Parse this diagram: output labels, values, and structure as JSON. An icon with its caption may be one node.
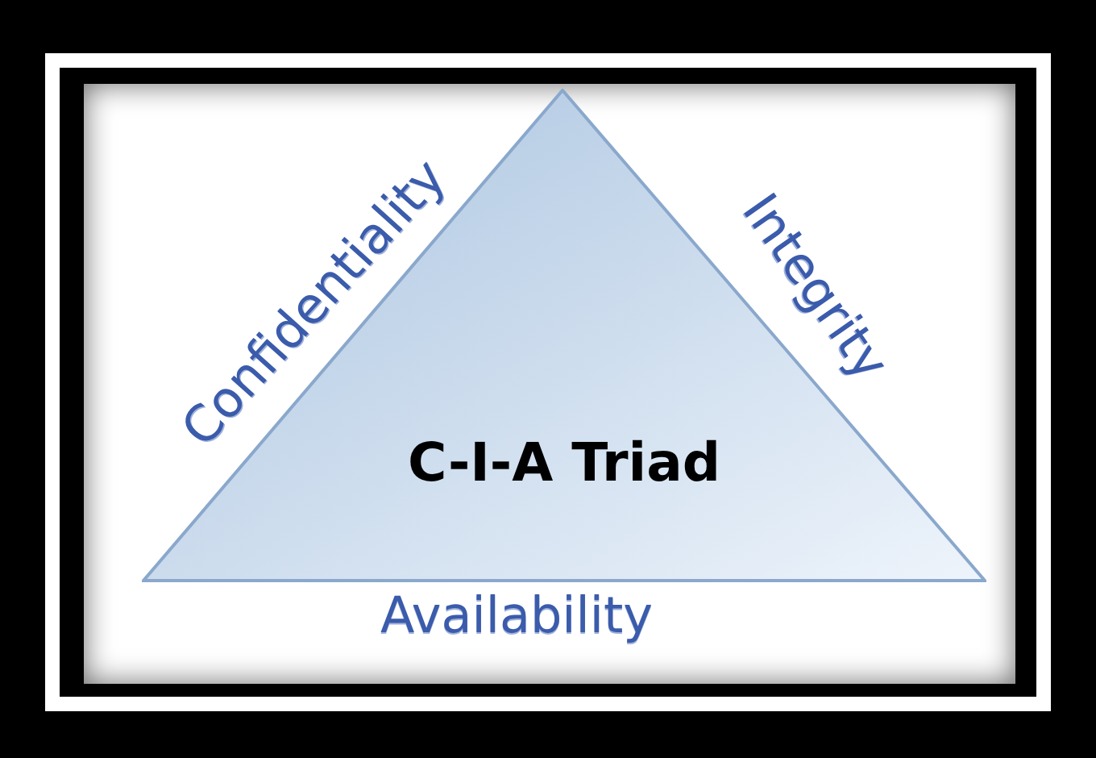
{
  "diagram": {
    "nodes": [
      {
        "text": [
          "C-I-A Triad"
        ]
      }
    ],
    "labels": [
      "Confidentiality",
      "Integrity",
      "Availability"
    ]
  }
}
